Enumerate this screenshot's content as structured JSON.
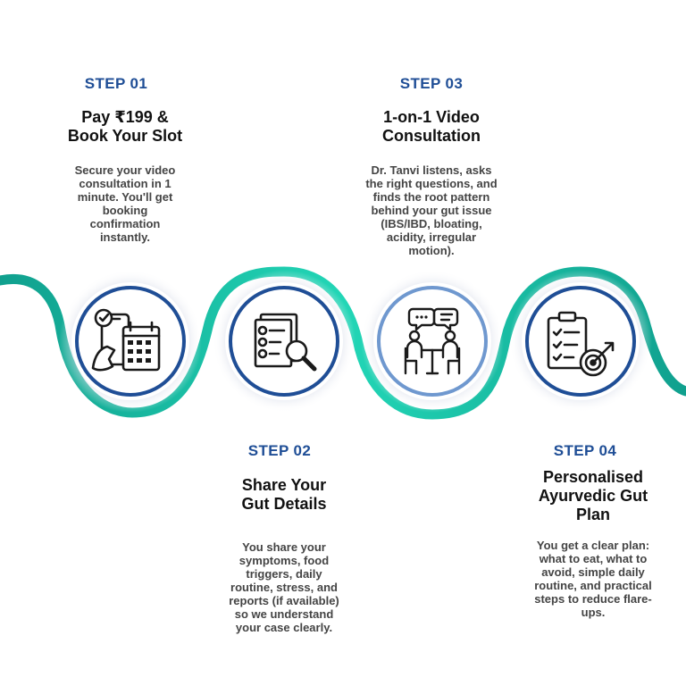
{
  "steps": [
    {
      "label": "STEP 01",
      "title": [
        "Pay ₹199 &",
        "Book Your Slot"
      ],
      "description": [
        "Secure your video",
        "consultation in 1",
        "minute. You'll get",
        "booking",
        "confirmation",
        "instantly."
      ],
      "icon": "phone-calendar-icon"
    },
    {
      "label": "STEP 02",
      "title": [
        "Share Your",
        "Gut Details"
      ],
      "description": [
        "You share your",
        "symptoms, food",
        "triggers, daily",
        "routine, stress, and",
        "reports (if available)",
        "so we understand",
        "your case clearly."
      ],
      "icon": "document-search-icon"
    },
    {
      "label": "STEP 03",
      "title": [
        "1-on-1 Video",
        "Consultation"
      ],
      "description": [
        "Dr. Tanvi listens, asks",
        "the right questions, and",
        "finds the root pattern",
        "behind your gut issue",
        "(IBS/IBD, bloating,",
        "acidity, irregular",
        "motion)."
      ],
      "icon": "consultation-icon"
    },
    {
      "label": "STEP 04",
      "title": [
        "Personalised",
        "Ayurvedic Gut",
        "Plan"
      ],
      "description": [
        "You get a clear plan:",
        "what to eat, what to",
        "avoid, simple daily",
        "routine, and practical",
        "steps to reduce flare-",
        "ups."
      ],
      "icon": "checklist-target-icon"
    }
  ],
  "colors": {
    "accent": "#1f4e96",
    "wave_start": "#0e9a8a",
    "wave_end": "#1ed3b4",
    "icon_stroke": "#1a1a1a",
    "ring_blue": "#1f4e96",
    "ring_light": "#7fa6d6"
  }
}
